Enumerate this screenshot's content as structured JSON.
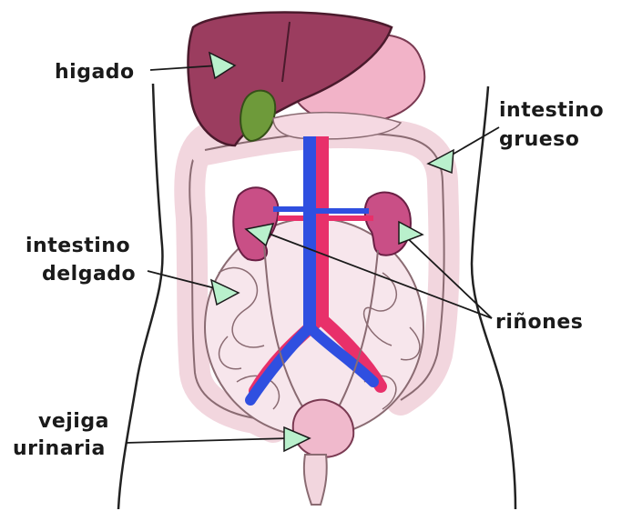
{
  "labels": {
    "higado": "higado",
    "intestino_grueso_1": "intestino",
    "intestino_grueso_2": "grueso",
    "intestino_delgado_1": "intestino",
    "intestino_delgado_2": "delgado",
    "rinones": "riñones",
    "vejiga_1": "vejiga",
    "vejiga_2": "urinaria"
  },
  "colors": {
    "liver": "#9b3d5f",
    "stomach": "#f2b3c8",
    "gallbladder": "#6e9a3a",
    "kidney": "#c94f86",
    "artery": "#e8306a",
    "vein": "#2f4fe0",
    "intestine_fill": "#f7e1e8",
    "intestine_line": "#8a6b72",
    "arrow": "#b9f0cc"
  }
}
